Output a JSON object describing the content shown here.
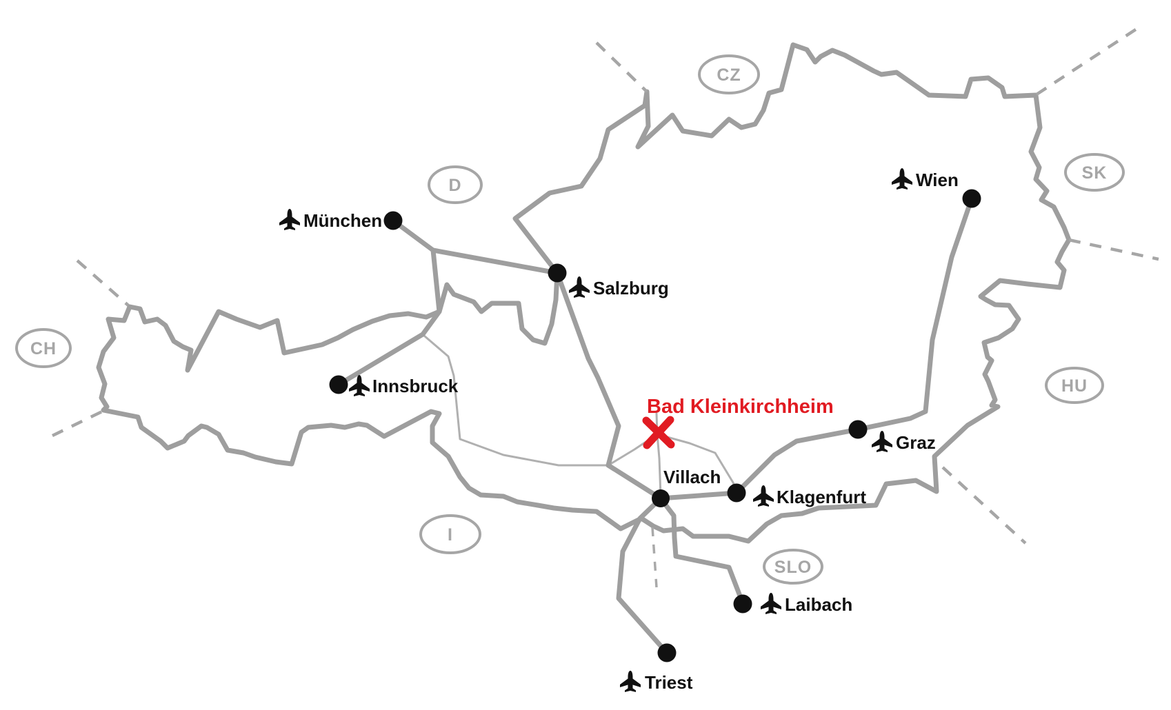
{
  "map": {
    "destination": {
      "label": "Bad Kleinkirchheim",
      "marker": "x-cross",
      "color": "#e11b22"
    },
    "cities": [
      {
        "id": "muenchen",
        "label": "München",
        "airport": true
      },
      {
        "id": "salzburg",
        "label": "Salzburg",
        "airport": true
      },
      {
        "id": "innsbruck",
        "label": "Innsbruck",
        "airport": true
      },
      {
        "id": "wien",
        "label": "Wien",
        "airport": true
      },
      {
        "id": "graz",
        "label": "Graz",
        "airport": true
      },
      {
        "id": "klagenfurt",
        "label": "Klagenfurt",
        "airport": true
      },
      {
        "id": "villach",
        "label": "Villach",
        "airport": false
      },
      {
        "id": "laibach",
        "label": "Laibach",
        "airport": true
      },
      {
        "id": "triest",
        "label": "Triest",
        "airport": true
      }
    ],
    "countries": [
      {
        "code": "CH"
      },
      {
        "code": "D"
      },
      {
        "code": "CZ"
      },
      {
        "code": "SK"
      },
      {
        "code": "HU"
      },
      {
        "code": "I"
      },
      {
        "code": "SLO"
      }
    ],
    "icons": {
      "airport": "plane-up"
    },
    "colors": {
      "border": "#9e9e9e",
      "route": "#9e9e9e",
      "thin_line": "#b0b0b0",
      "dashed": "#a6a6a6",
      "oval": "#a6a6a6",
      "city_text": "#111111",
      "dot": "#111111",
      "destination": "#e11b22",
      "background": "#ffffff"
    }
  }
}
